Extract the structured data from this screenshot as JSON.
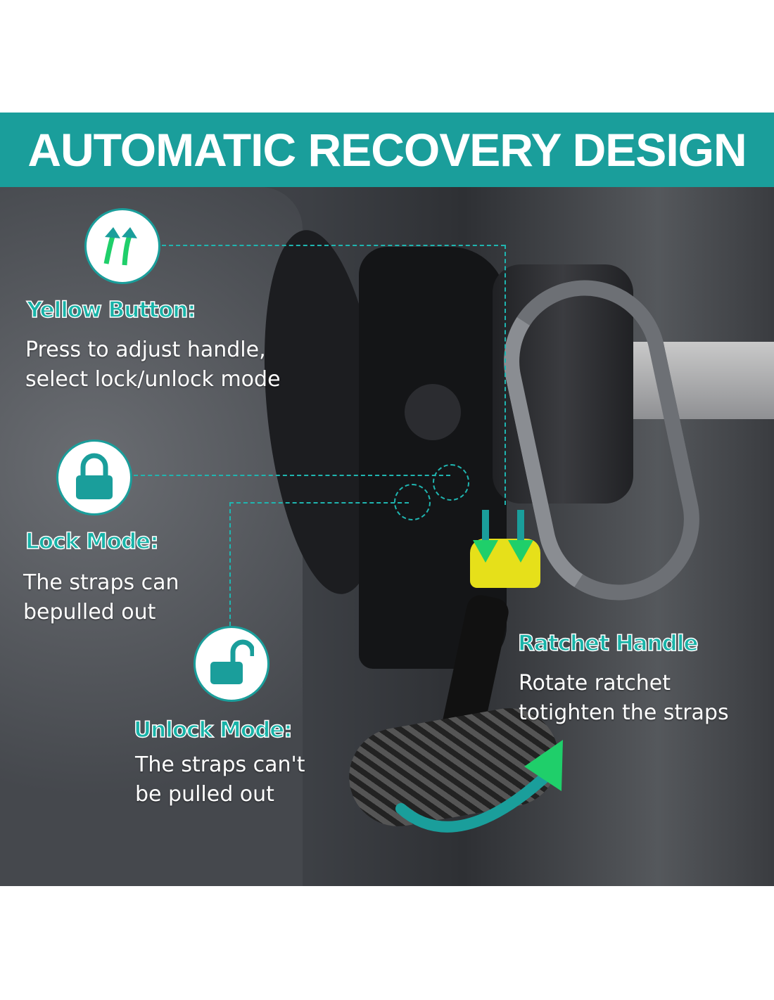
{
  "title": "AUTOMATIC RECOVERY DESIGN",
  "callouts": {
    "yellow_button": {
      "label": "Yellow Button:",
      "lines": [
        "Press to adjust handle,",
        "select lock/unlock mode"
      ],
      "icon": "double-arrow-up-icon"
    },
    "lock_mode": {
      "label": "Lock Mode:",
      "lines": [
        "The straps can",
        "bepulled out"
      ],
      "icon": "lock-icon"
    },
    "unlock_mode": {
      "label": "Unlock Mode:",
      "lines": [
        "The straps can't",
        "be pulled out"
      ],
      "icon": "unlock-icon"
    },
    "ratchet_handle": {
      "label": "Ratchet Handle",
      "lines": [
        "Rotate ratchet",
        "totighten the straps"
      ]
    }
  },
  "colors": {
    "accent": "#1a9e9b",
    "label": "#18b3a8",
    "arrow_green": "#1fcf6a"
  }
}
